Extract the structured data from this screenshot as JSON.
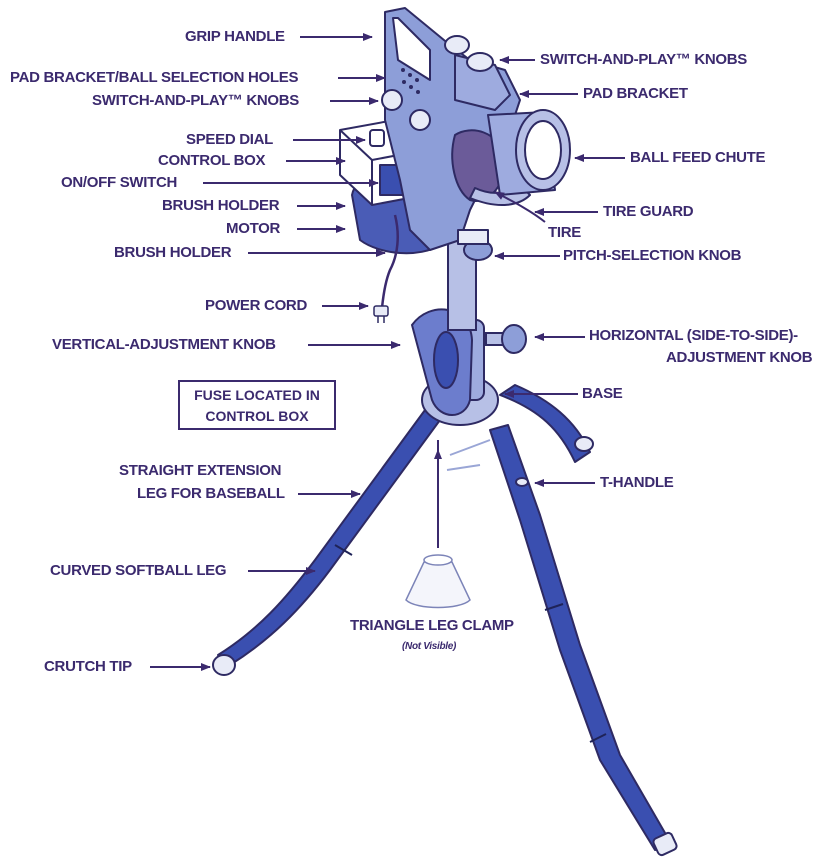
{
  "labels": {
    "grip_handle": "GRIP HANDLE",
    "pad_bracket_holes": "PAD BRACKET/BALL SELECTION HOLES",
    "switch_play_left": "SWITCH-AND-PLAY™ KNOBS",
    "speed_dial": "SPEED DIAL",
    "control_box": "CONTROL BOX",
    "on_off": "ON/OFF SWITCH",
    "brush_holder_1": "BRUSH HOLDER",
    "motor": "MOTOR",
    "brush_holder_2": "BRUSH HOLDER",
    "power_cord": "POWER CORD",
    "vertical_knob": "VERTICAL-ADJUSTMENT KNOB",
    "fuse_line1": "FUSE LOCATED IN",
    "fuse_line2": "CONTROL BOX",
    "straight_leg_1": "STRAIGHT EXTENSION",
    "straight_leg_2": "LEG FOR BASEBALL",
    "curved_leg": "CURVED SOFTBALL LEG",
    "crutch_tip": "CRUTCH TIP",
    "switch_play_right": "SWITCH-AND-PLAY™ KNOBS",
    "pad_bracket": "PAD BRACKET",
    "ball_feed": "BALL FEED CHUTE",
    "tire_guard": "TIRE GUARD",
    "tire": "TIRE",
    "pitch_knob": "PITCH-SELECTION  KNOB",
    "horizontal_1": "HORIZONTAL (SIDE-TO-SIDE)-",
    "horizontal_2": "ADJUSTMENT KNOB",
    "base": "BASE",
    "t_handle": "T-HANDLE",
    "triangle_clamp": "TRIANGLE LEG CLAMP",
    "not_visible": "(Not Visible)"
  },
  "colors": {
    "label": "#3b2a6e",
    "leg": "#3a4fb0",
    "machine": "#8d9ed8",
    "machine_dark": "#4a5cb6",
    "outline": "#2e2a63"
  }
}
